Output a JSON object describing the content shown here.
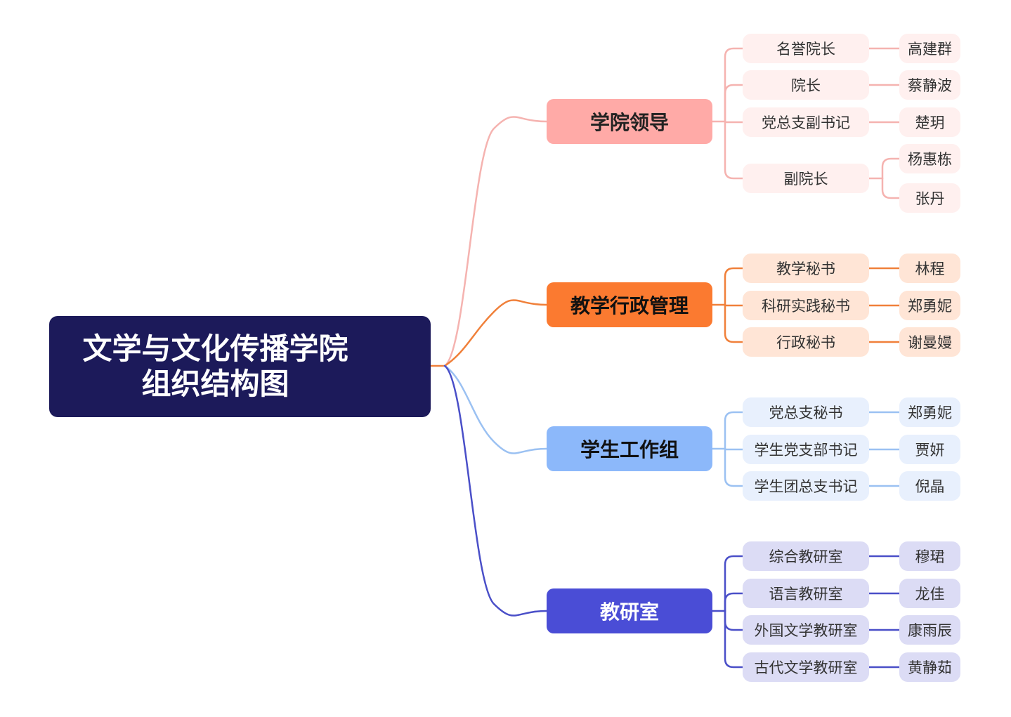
{
  "colors": {
    "root_bg": "#1c1a5a",
    "root_text": "#ffffff"
  },
  "root": {
    "title_line1": "文学与文化传播学院",
    "title_line2": "组织结构图"
  },
  "branches": [
    {
      "label": "学院领导",
      "colors": {
        "node": "#ffaaa7",
        "node_text": "#222222",
        "line": "#f5b3b0",
        "child_bg": "#fff0ef",
        "child_text": "#333333"
      },
      "children": [
        {
          "label": "名誉院长",
          "people": [
            "高建群"
          ]
        },
        {
          "label": "院长",
          "people": [
            "蔡静波"
          ]
        },
        {
          "label": "党总支副书记",
          "people": [
            "楚玥"
          ]
        },
        {
          "label": "副院长",
          "people": [
            "杨惠栋",
            "张丹"
          ]
        }
      ]
    },
    {
      "label": "教学行政管理",
      "colors": {
        "node": "#fb7a30",
        "node_text": "#111111",
        "line": "#f0803a",
        "child_bg": "#ffe5d6",
        "child_text": "#333333"
      },
      "children": [
        {
          "label": "教学秘书",
          "people": [
            "林程"
          ]
        },
        {
          "label": "科研实践秘书",
          "people": [
            "郑勇妮"
          ]
        },
        {
          "label": "行政秘书",
          "people": [
            "谢曼嫚"
          ]
        }
      ]
    },
    {
      "label": "学生工作组",
      "colors": {
        "node": "#8cb8fa",
        "node_text": "#111111",
        "line": "#9bc1f2",
        "child_bg": "#e8f0fd",
        "child_text": "#333333"
      },
      "children": [
        {
          "label": "党总支秘书",
          "people": [
            "郑勇妮"
          ]
        },
        {
          "label": "学生党支部书记",
          "people": [
            "贾妍"
          ]
        },
        {
          "label": "学生团总支书记",
          "people": [
            "倪晶"
          ]
        }
      ]
    },
    {
      "label": "教研室",
      "colors": {
        "node": "#4a4dd6",
        "node_text": "#ffffff",
        "line": "#4a4fc8",
        "child_bg": "#dcdcf5",
        "child_text": "#333333"
      },
      "children": [
        {
          "label": "综合教研室",
          "people": [
            "穆珺"
          ]
        },
        {
          "label": "语言教研室",
          "people": [
            "龙佳"
          ]
        },
        {
          "label": "外国文学教研室",
          "people": [
            "康雨辰"
          ]
        },
        {
          "label": "古代文学教研室",
          "people": [
            "黄静茹"
          ]
        }
      ]
    }
  ]
}
